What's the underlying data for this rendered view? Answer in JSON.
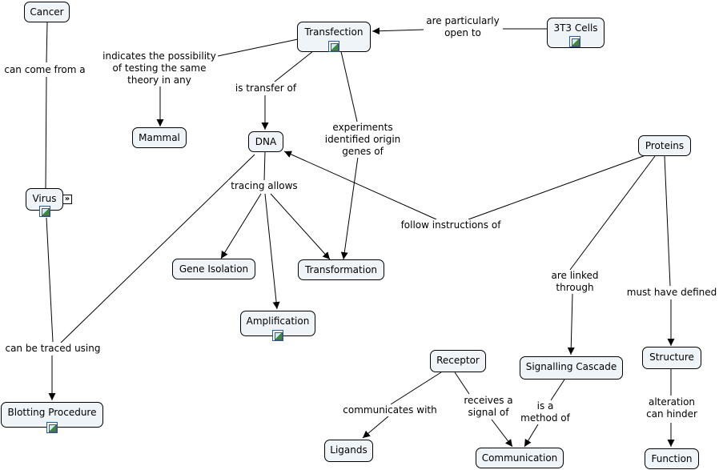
{
  "concepts": {
    "cancer": "Cancer",
    "transfection": "Transfection",
    "cells_3t3": "3T3 Cells",
    "mammal": "Mammal",
    "dna": "DNA",
    "proteins": "Proteins",
    "virus": "Virus",
    "gene_isolation": "Gene Isolation",
    "transformation": "Transformation",
    "amplification": "Amplification",
    "receptor": "Receptor",
    "signalling_cascade": "Signalling Cascade",
    "structure": "Structure",
    "blotting_procedure": "Blotting Procedure",
    "ligands": "Ligands",
    "communication": "Communication",
    "function": "Function"
  },
  "links": {
    "are_particularly_open_to": [
      "are particularly",
      "open to"
    ],
    "indicates_possibility": [
      "indicates the possibility",
      "of testing the same",
      "theory in any"
    ],
    "can_come_from_a": [
      "can come from a"
    ],
    "is_transfer_of": [
      "is transfer of"
    ],
    "experiments_identified": [
      "experiments",
      "identified origin",
      "genes of"
    ],
    "tracing_allows": [
      "tracing allows"
    ],
    "follow_instructions_of": [
      "follow instructions of"
    ],
    "are_linked_through": [
      "are linked",
      "through"
    ],
    "must_have_defined": [
      "must have defined"
    ],
    "can_be_traced_using": [
      "can be traced using"
    ],
    "communicates_with": [
      "communicates with"
    ],
    "receives_a_signal_of": [
      "receives a",
      "signal of"
    ],
    "is_a_method_of": [
      "is a",
      "method of"
    ],
    "alteration_can_hinder": [
      "alteration",
      "can hinder"
    ]
  },
  "expander_glyph": "»",
  "resource_icon": "image-resource-icon",
  "colors": {
    "node_fill": "#eef4f7",
    "node_border": "#000000",
    "line": "#000000",
    "resource_border": "#1e5aa8"
  }
}
